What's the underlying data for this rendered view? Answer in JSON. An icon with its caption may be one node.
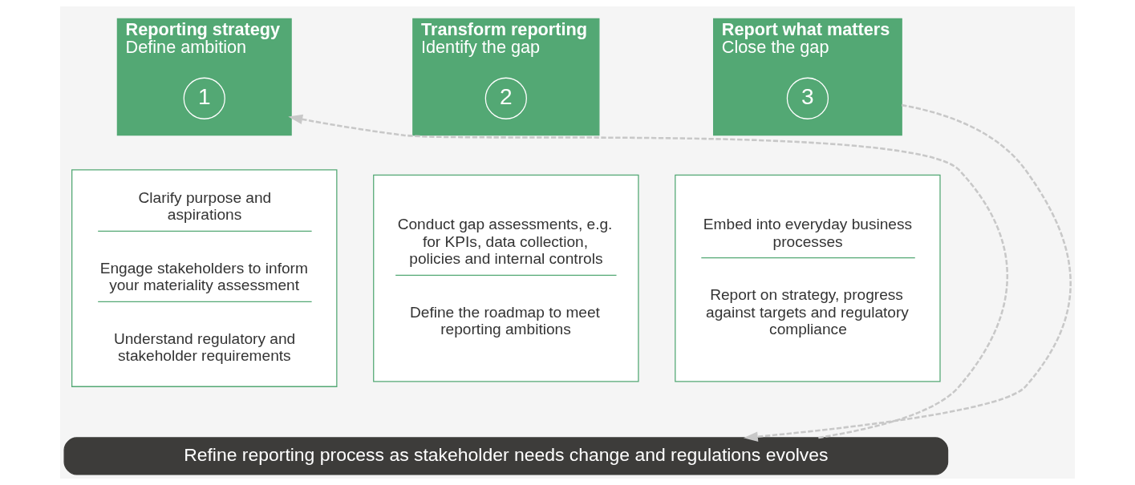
{
  "diagram": {
    "nodes": [
      {
        "text": [
          "Reporting strategy",
          "Define ambition"
        ]
      },
      {
        "text": [
          "1"
        ],
        "in": 0
      },
      {
        "text": [
          "Transform reporting",
          "Identify the gap"
        ]
      },
      {
        "text": [
          "2"
        ],
        "in": 2
      },
      {
        "text": [
          "Report what matters",
          "Close the gap"
        ]
      },
      {
        "text": [
          "3"
        ],
        "in": 4
      },
      {
        "text": [
          "Clarify purpose and aspirations",
          "Engage stakeholders to inform your materiality assessment",
          "Understand regulatory and stakeholder requirements"
        ]
      },
      {
        "text": [
          "Conduct gap assessments, e.g. for KPIs, data collection, policies and internal controls",
          "Define the roadmap to meet reporting ambitions"
        ]
      },
      {
        "text": [
          "Embed into everyday business processes",
          "Report on strategy, progress against targets and regulatory compliance"
        ]
      },
      {
        "text": [
          "Refine reporting process as stakeholder needs change and regulations evolves"
        ]
      }
    ],
    "edges": [
      {
        "from": 4,
        "to": 9,
        "arrow": "to",
        "style": "dashed"
      },
      {
        "from": 9,
        "to": 0,
        "arrow": "to",
        "style": "dashed"
      }
    ]
  }
}
